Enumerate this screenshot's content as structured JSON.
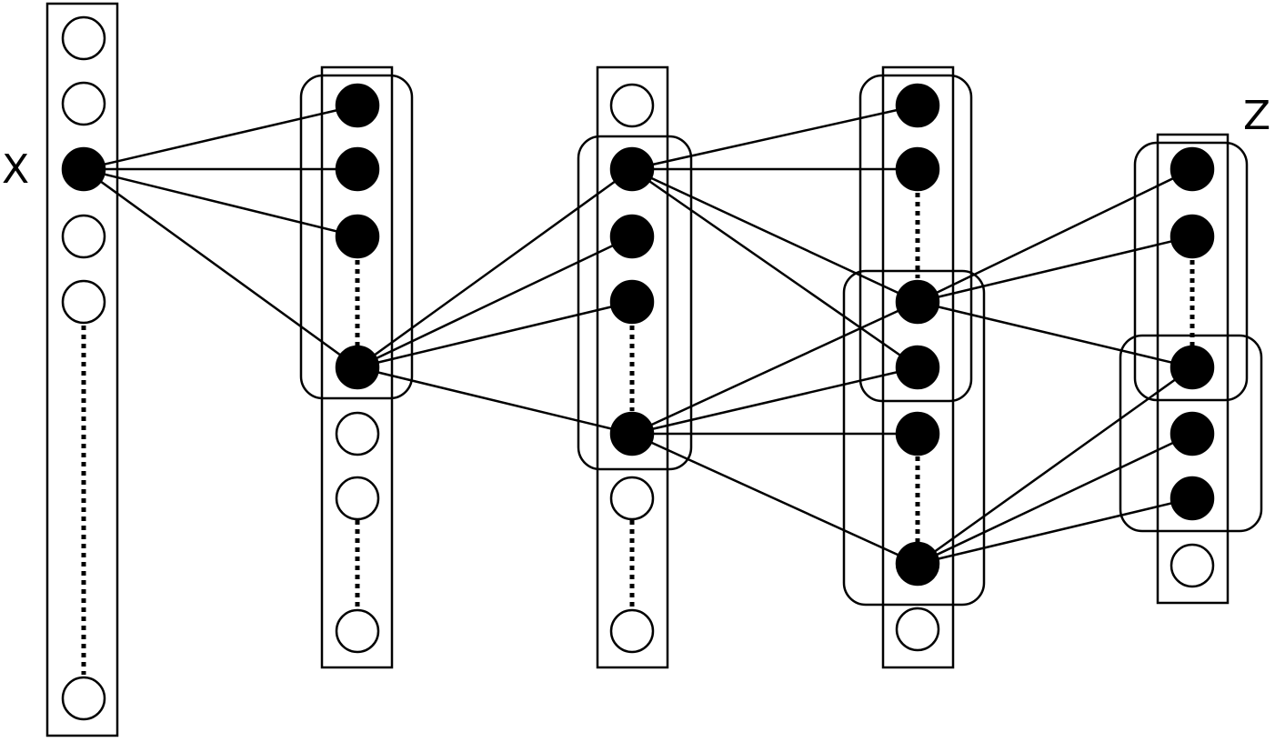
{
  "labels": {
    "input": "X",
    "output": "Z"
  },
  "diagram": {
    "columns": [
      {
        "name": "column-x",
        "active_nodes": 1,
        "inactive_nodes": 5
      },
      {
        "name": "column-2",
        "active_nodes": 4,
        "inactive_nodes": 3
      },
      {
        "name": "column-3",
        "active_nodes": 4,
        "inactive_nodes": 3
      },
      {
        "name": "column-4",
        "active_nodes": 6,
        "inactive_nodes": 1
      },
      {
        "name": "column-z",
        "active_nodes": 5,
        "inactive_nodes": 1
      }
    ],
    "colors": {
      "stroke": "#000000",
      "active_fill": "#000000",
      "inactive_fill": "#ffffff"
    }
  }
}
